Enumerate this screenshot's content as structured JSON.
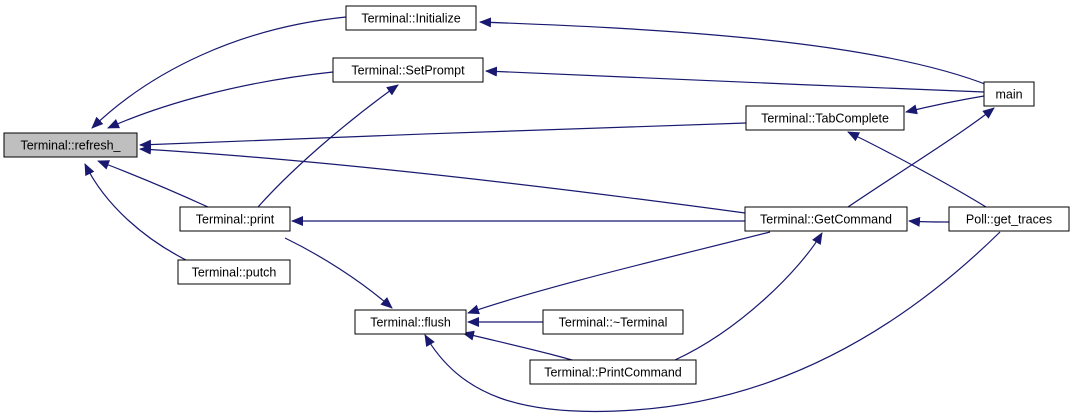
{
  "diagram": {
    "colors": {
      "edge": "#191970",
      "node_fill": "#ffffff",
      "highlight_fill": "#bfbfbf",
      "border": "#000000"
    },
    "nodes": [
      {
        "id": "refresh",
        "label": "Terminal::refresh_",
        "highlighted": true
      },
      {
        "id": "initialize",
        "label": "Terminal::Initialize"
      },
      {
        "id": "setprompt",
        "label": "Terminal::SetPrompt"
      },
      {
        "id": "tabcomplete",
        "label": "Terminal::TabComplete"
      },
      {
        "id": "main",
        "label": "main"
      },
      {
        "id": "print",
        "label": "Terminal::print"
      },
      {
        "id": "getcommand",
        "label": "Terminal::GetCommand"
      },
      {
        "id": "gettraces",
        "label": "Poll::get_traces"
      },
      {
        "id": "putch",
        "label": "Terminal::putch"
      },
      {
        "id": "flush",
        "label": "Terminal::flush"
      },
      {
        "id": "dtor",
        "label": "Terminal::~Terminal"
      },
      {
        "id": "printcommand",
        "label": "Terminal::PrintCommand"
      }
    ],
    "edges": [
      {
        "from": "initialize",
        "to": "refresh"
      },
      {
        "from": "setprompt",
        "to": "refresh"
      },
      {
        "from": "tabcomplete",
        "to": "refresh"
      },
      {
        "from": "getcommand",
        "to": "refresh"
      },
      {
        "from": "print",
        "to": "refresh"
      },
      {
        "from": "putch",
        "to": "refresh"
      },
      {
        "from": "print",
        "to": "setprompt"
      },
      {
        "from": "main",
        "to": "initialize"
      },
      {
        "from": "main",
        "to": "setprompt"
      },
      {
        "from": "main",
        "to": "tabcomplete"
      },
      {
        "from": "getcommand",
        "to": "main"
      },
      {
        "from": "gettraces",
        "to": "tabcomplete"
      },
      {
        "from": "getcommand",
        "to": "print"
      },
      {
        "from": "print",
        "to": "flush"
      },
      {
        "from": "getcommand",
        "to": "flush"
      },
      {
        "from": "gettraces",
        "to": "getcommand"
      },
      {
        "from": "dtor",
        "to": "flush"
      },
      {
        "from": "printcommand",
        "to": "flush"
      },
      {
        "from": "gettraces",
        "to": "flush"
      },
      {
        "from": "printcommand",
        "to": "getcommand"
      }
    ]
  }
}
